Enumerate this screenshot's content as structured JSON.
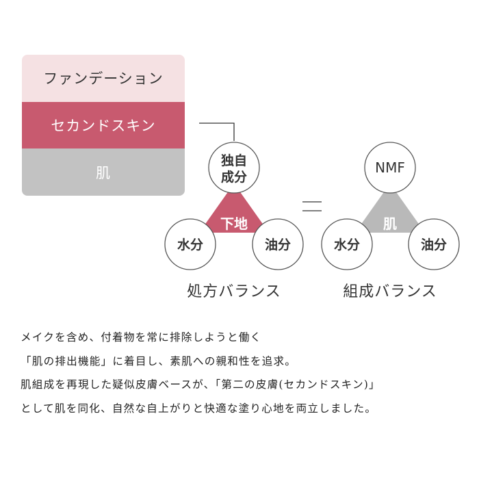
{
  "layers": {
    "foundation": "ファンデーション",
    "second_skin": "セカンドスキン",
    "skin": "肌"
  },
  "formula_balance": {
    "top_line1": "独自",
    "top_line2": "成分",
    "center": "下地",
    "left": "水分",
    "right": "油分",
    "caption": "処方バランス"
  },
  "equals_sign": "=",
  "composition_balance": {
    "top": "NMF",
    "center": "肌",
    "left": "水分",
    "right": "油分",
    "caption": "組成バランス"
  },
  "body_text": {
    "line1": "メイクを含め、付着物を常に排除しようと働く",
    "line2": "「肌の排出機能」に着目し、素肌への親和性を追求。",
    "line3": "肌組成を再現した疑似皮膚ベースが、「第二の皮膚(セカンドスキン)」",
    "line4": "として肌を同化、自然な自上がりと快適な塗り心地を両立しました。"
  },
  "colors": {
    "foundation_bg": "#f5e1e3",
    "second_skin_bg": "#c85a6f",
    "skin_bg": "#c2c2c2",
    "formula_triangle": "#c85a6f",
    "composition_triangle": "#b9b9b9",
    "circle_stroke": "#555555"
  }
}
